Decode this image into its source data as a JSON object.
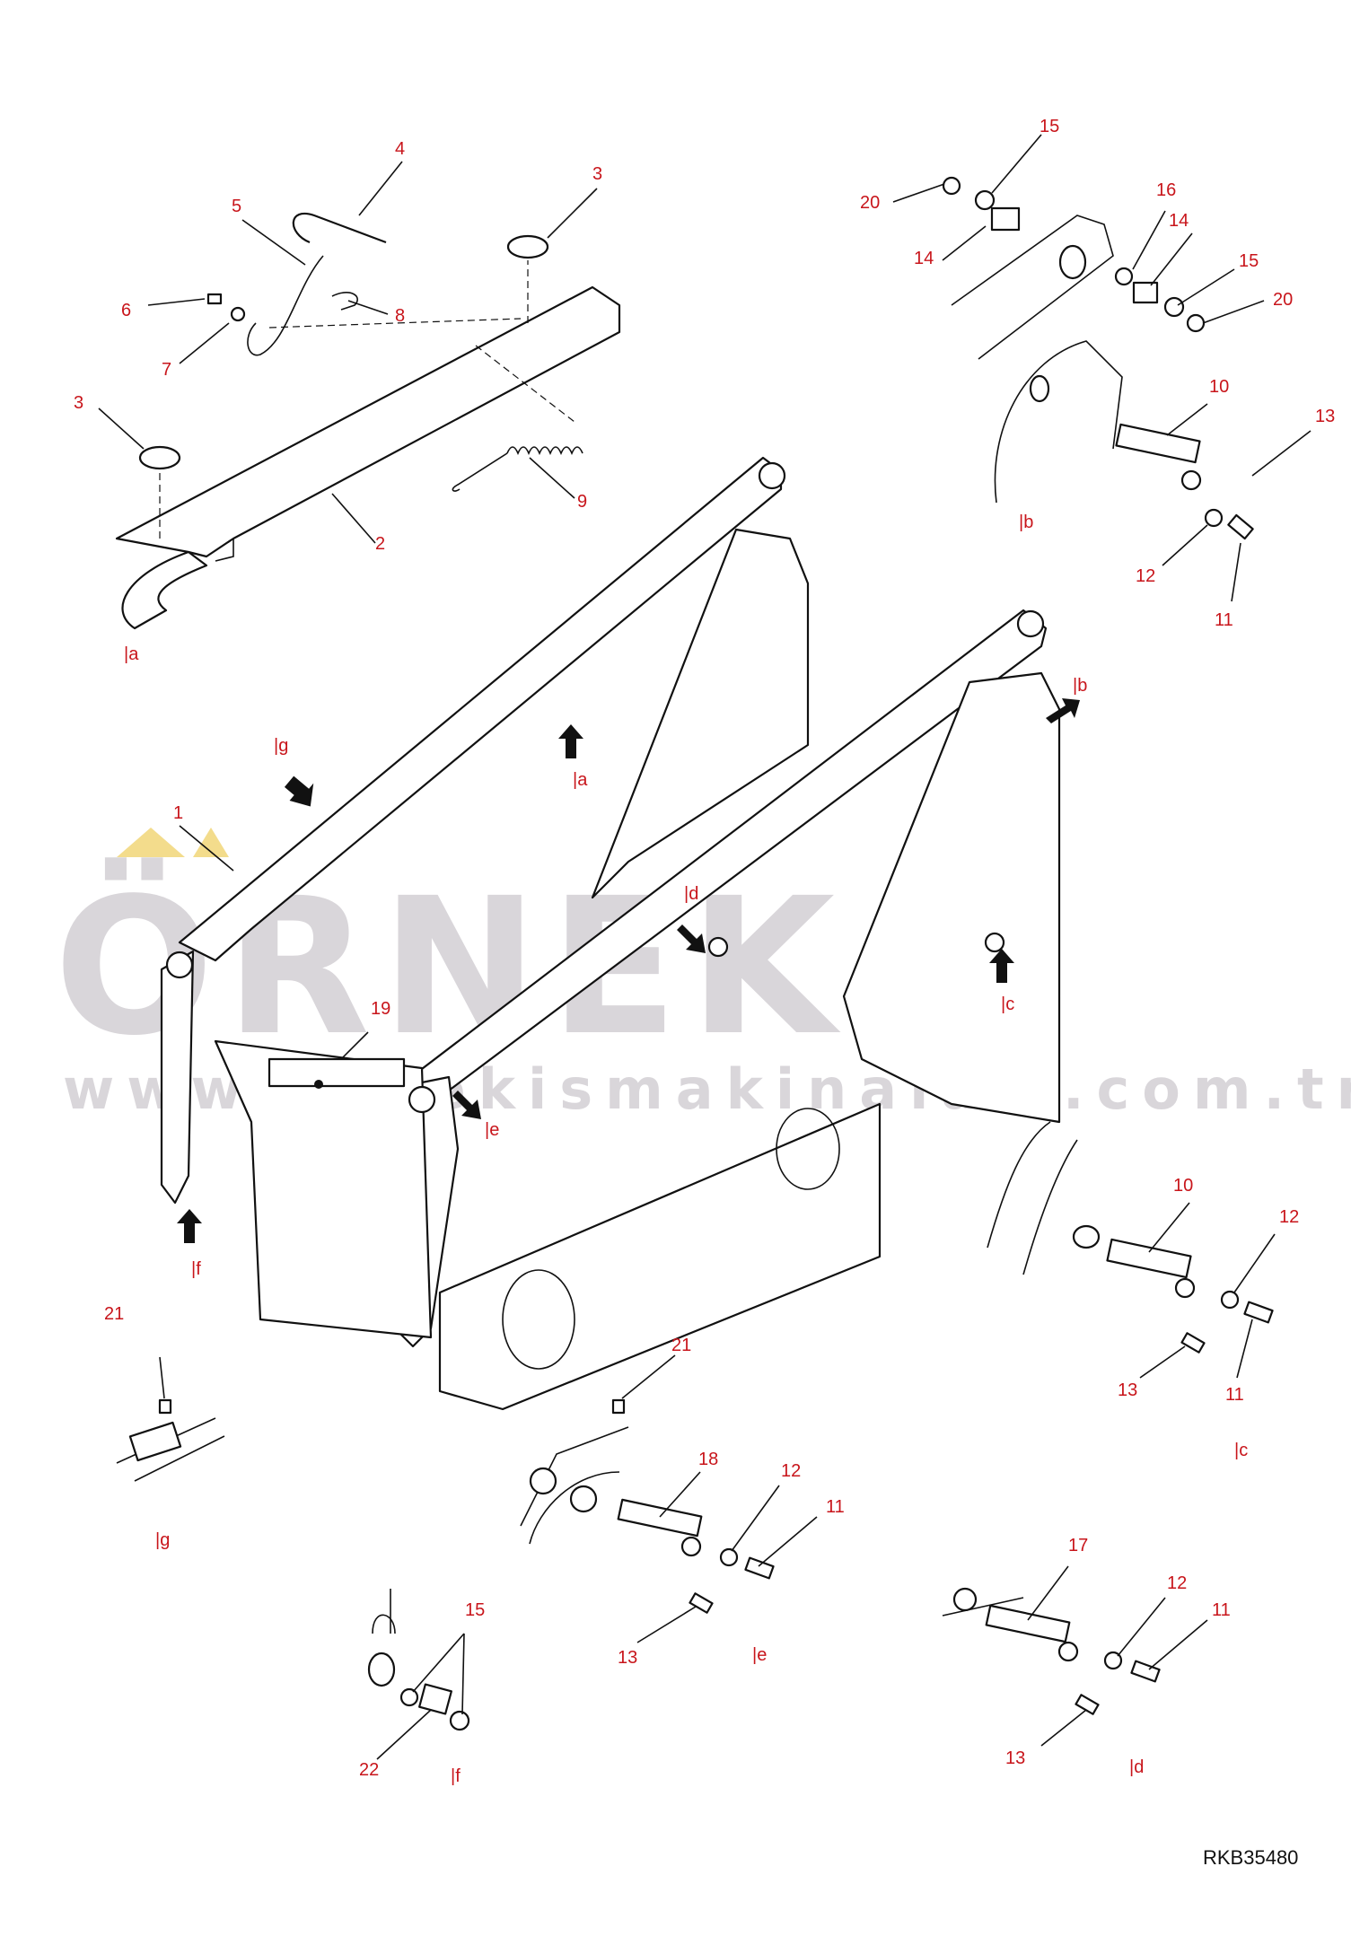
{
  "watermark": {
    "brand": "ÖRNEK",
    "url": "www.ornekismakinalari.com.tr",
    "accent_color": "#f3dc8c",
    "text_color": "#d9d6da"
  },
  "drawing_code": "RKB35480",
  "callouts": [
    "1",
    "2",
    "3",
    "3",
    "4",
    "5",
    "6",
    "7",
    "8",
    "9",
    "10",
    "10",
    "11",
    "11",
    "11",
    "11",
    "12",
    "12",
    "12",
    "12",
    "13",
    "13",
    "13",
    "13",
    "14",
    "14",
    "15",
    "15",
    "15",
    "16",
    "17",
    "18",
    "19",
    "20",
    "20",
    "21",
    "21",
    "22"
  ],
  "view_refs": [
    "|a",
    "|a",
    "|b",
    "|b",
    "|c",
    "|c",
    "|d",
    "|d",
    "|e",
    "|e",
    "|f",
    "|f",
    "|g",
    "|g"
  ],
  "colors": {
    "callout": "#c8151b",
    "line": "#111111"
  }
}
